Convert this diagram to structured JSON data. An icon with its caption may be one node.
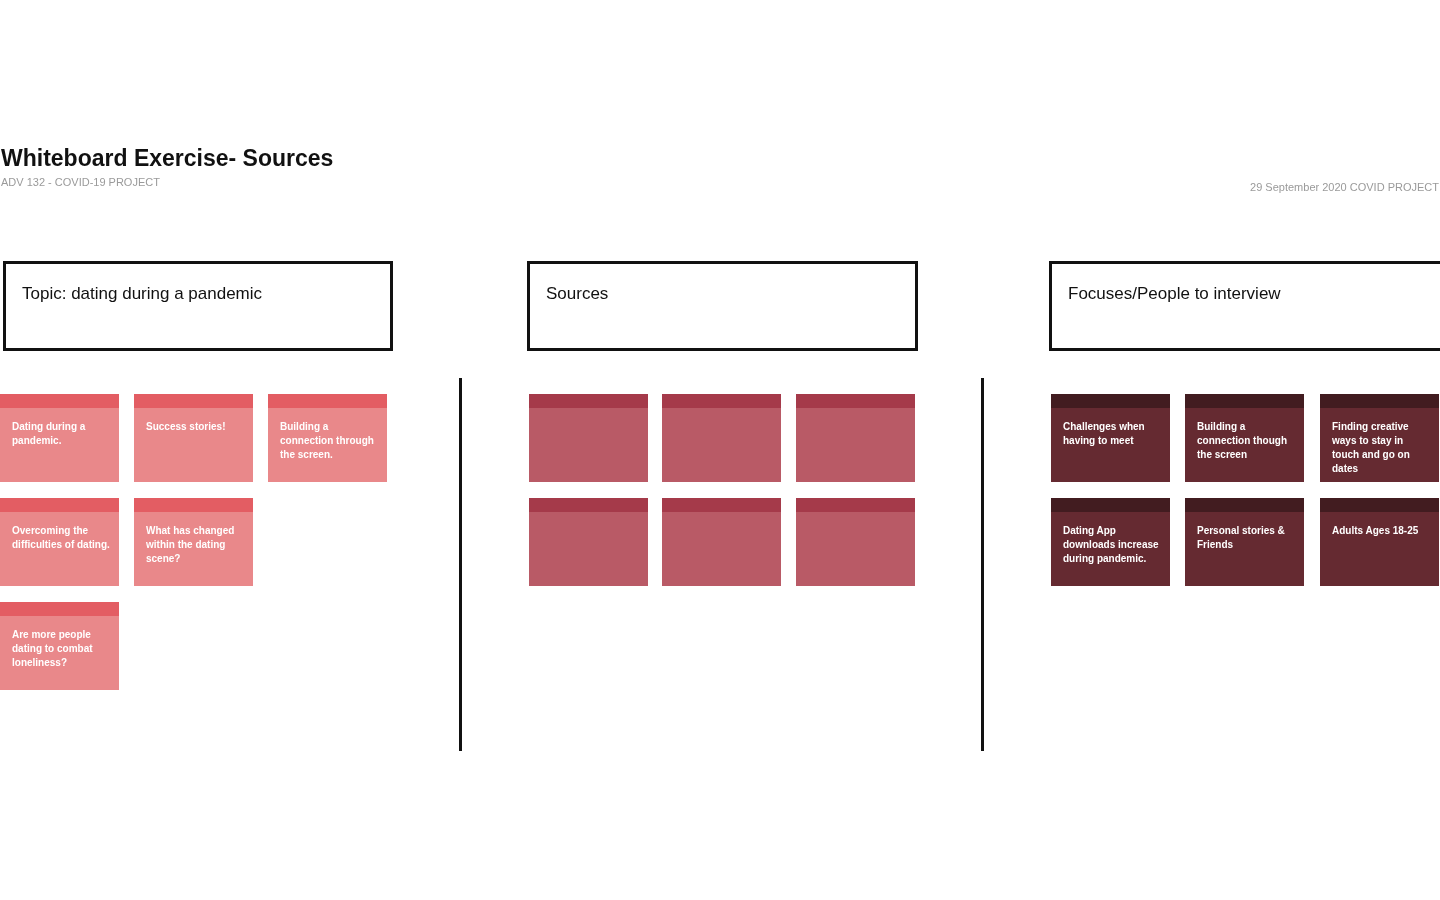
{
  "diagram": {
    "title": "Whiteboard Exercise- Sources",
    "nodes": [
      {
        "text": [
          "Topic: dating during a pandemic"
        ]
      },
      {
        "text": [
          "Sources"
        ]
      },
      {
        "text": [
          "Focuses/People to interview"
        ]
      },
      {
        "text": [
          "Dating during a pandemic."
        ]
      },
      {
        "text": [
          "Success stories!"
        ]
      },
      {
        "text": [
          "Building a connection through the screen."
        ]
      },
      {
        "text": [
          "Overcoming the difficulties of dating."
        ]
      },
      {
        "text": [
          "What has changed within the dating scene?"
        ]
      },
      {
        "text": [
          "Are more people dating to combat loneliness?"
        ]
      },
      {
        "text": [],
        "shape": "box"
      },
      {
        "text": [],
        "shape": "box"
      },
      {
        "text": [],
        "shape": "box"
      },
      {
        "text": [],
        "shape": "box"
      },
      {
        "text": [],
        "shape": "box"
      },
      {
        "text": [],
        "shape": "box"
      },
      {
        "text": [
          "Challenges when having to meet"
        ]
      },
      {
        "text": [
          "Building a connection though the screen"
        ]
      },
      {
        "text": [
          "Finding creative ways to stay in touch and go on dates"
        ]
      },
      {
        "text": [
          "Dating App downloads increase during pandemic."
        ]
      },
      {
        "text": [
          "Personal stories & Friends"
        ]
      },
      {
        "text": [
          "Adults Ages 18-25"
        ]
      }
    ],
    "edges": [],
    "labels": [
      "ADV 132 - COVID-19 PROJECT",
      "29 September 2020 COVID PROJECT"
    ]
  }
}
